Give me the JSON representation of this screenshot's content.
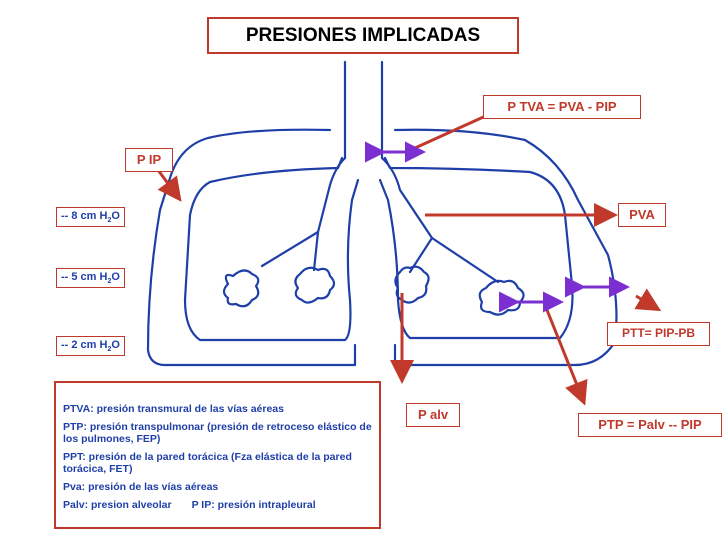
{
  "title": "PRESIONES IMPLICADAS",
  "labels": {
    "ptva_formula": "P TVA = PVA  - PIP",
    "pip": "P IP",
    "pva": "PVA",
    "ptt": "PTT= PIP-PB",
    "palv": "P alv",
    "ptp_formula": "PTP = Palv -- PIP"
  },
  "pressure_levels": [
    {
      "prefix": "-- 8 cm H",
      "sub1": "2",
      "o": "O"
    },
    {
      "prefix": "-- 5 cm H",
      "sub1": "2",
      "o": "O"
    },
    {
      "prefix": "-- 2 cm H",
      "sub1": "2",
      "o": "O"
    }
  ],
  "legend": {
    "ptva": "PTVA: presión transmural de las vías aéreas",
    "ptp": "PTP: presión transpulmonar (presión de   retroceso elástico de los pulmones, FEP)",
    "ppt": "PPT: presión de la pared torácica (Fza elástica de la pared torácica, FET)",
    "pva": "Pva: presión de las vías aéreas",
    "palv": "Palv: presion alveolar",
    "pip": "P IP: presión intrapleural"
  },
  "colors": {
    "red": "#c0392b",
    "blue": "#1f3fa8",
    "purple": "#7b2fd1"
  }
}
